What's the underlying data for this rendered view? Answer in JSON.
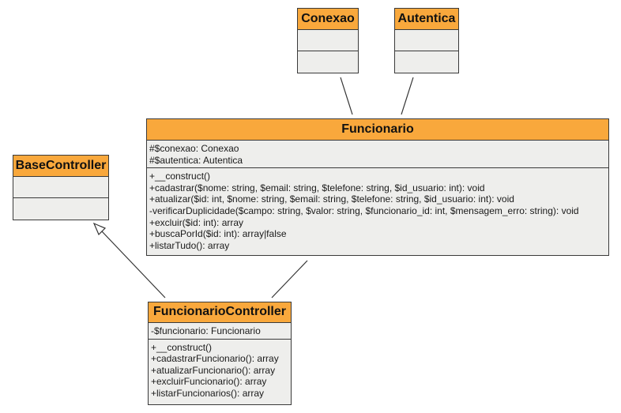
{
  "diagram": {
    "classes": {
      "conexao": {
        "name": "Conexao",
        "attributes": [],
        "methods": []
      },
      "autentica": {
        "name": "Autentica",
        "attributes": [],
        "methods": []
      },
      "funcionario": {
        "name": "Funcionario",
        "attributes": [
          "#$conexao: Conexao",
          "#$autentica: Autentica"
        ],
        "methods": [
          "+__construct()",
          "+cadastrar($nome: string, $email: string, $telefone: string, $id_usuario: int): void",
          "+atualizar($id: int, $nome: string, $email: string, $telefone: string, $id_usuario: int): void",
          "-verificarDuplicidade($campo: string, $valor: string, $funcionario_id: int, $mensagem_erro: string): void",
          "+excluir($id: int): array",
          "+buscaPorId($id: int): array|false",
          "+listarTudo(): array"
        ]
      },
      "base_controller": {
        "name": "BaseController",
        "attributes": [],
        "methods": []
      },
      "funcionario_controller": {
        "name": "FuncionarioController",
        "attributes": [
          "-$funcionario: Funcionario"
        ],
        "methods": [
          "+__construct()",
          "+cadastrarFuncionario(): array",
          "+atualizarFuncionario(): array",
          "+excluirFuncionario(): array",
          "+listarFuncionarios(): array"
        ]
      }
    },
    "colors": {
      "header": "#f9a83c",
      "body": "#eeeeec",
      "border": "#3a3a3a"
    }
  }
}
